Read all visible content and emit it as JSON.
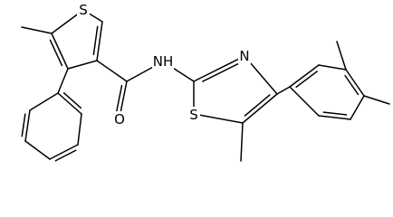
{
  "molecule": {
    "atom_labels": {
      "thiophene_sulfur": "S",
      "amide_nitrogen": "NH",
      "carbonyl_oxygen": "O",
      "thiazole_nitrogen": "N",
      "thiazole_sulfur": "S"
    }
  }
}
